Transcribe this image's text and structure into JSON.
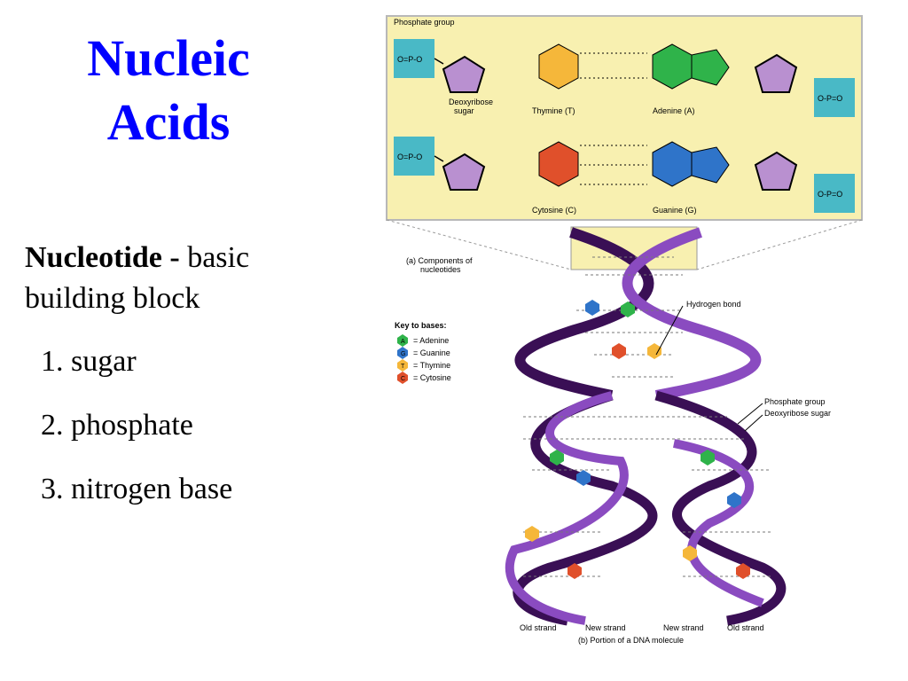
{
  "slide": {
    "title_line1": "Nucleic",
    "title_line2": "Acids",
    "lead_term": "Nucleotide -",
    "lead_rest": " basic",
    "lead_line2": "building block",
    "items": [
      "1. sugar",
      "2. phosphate",
      "3. nitrogen base"
    ]
  },
  "figure": {
    "panel_a": {
      "phosphate_group_label": "Phosphate group",
      "deoxyribose_label_1": "Deoxyribose",
      "deoxyribose_label_2": "sugar",
      "bases": [
        "Thymine (T)",
        "Adenine (A)",
        "Cytosine (C)",
        "Guanine (G)"
      ],
      "caption_1": "(a) Components of",
      "caption_2": "nucleotides"
    },
    "panel_b": {
      "key_title": "Key to bases:",
      "key": [
        {
          "letter": "A",
          "label": "= Adenine",
          "color": "#2fb34a"
        },
        {
          "letter": "G",
          "label": "= Guanine",
          "color": "#2f74c9"
        },
        {
          "letter": "T",
          "label": "= Thymine",
          "color": "#f5b73a"
        },
        {
          "letter": "C",
          "label": "= Cytosine",
          "color": "#e0502b"
        }
      ],
      "hydrogen_bond_label": "Hydrogen bond",
      "phosphate_group_label": "Phosphate group",
      "deoxyribose_sugar_label": "Deoxyribose sugar",
      "strand_labels": [
        "Old strand",
        "New strand",
        "New strand",
        "Old strand"
      ],
      "caption": "(b) Portion of a DNA molecule"
    },
    "colors": {
      "panel_bg": "#f8f0b0",
      "sugar": "#b990d0",
      "phosphate": "#49b9c6",
      "thymine": "#f5b73a",
      "adenine": "#2fb34a",
      "cytosine": "#e0502b",
      "guanine": "#2f74c9"
    }
  }
}
